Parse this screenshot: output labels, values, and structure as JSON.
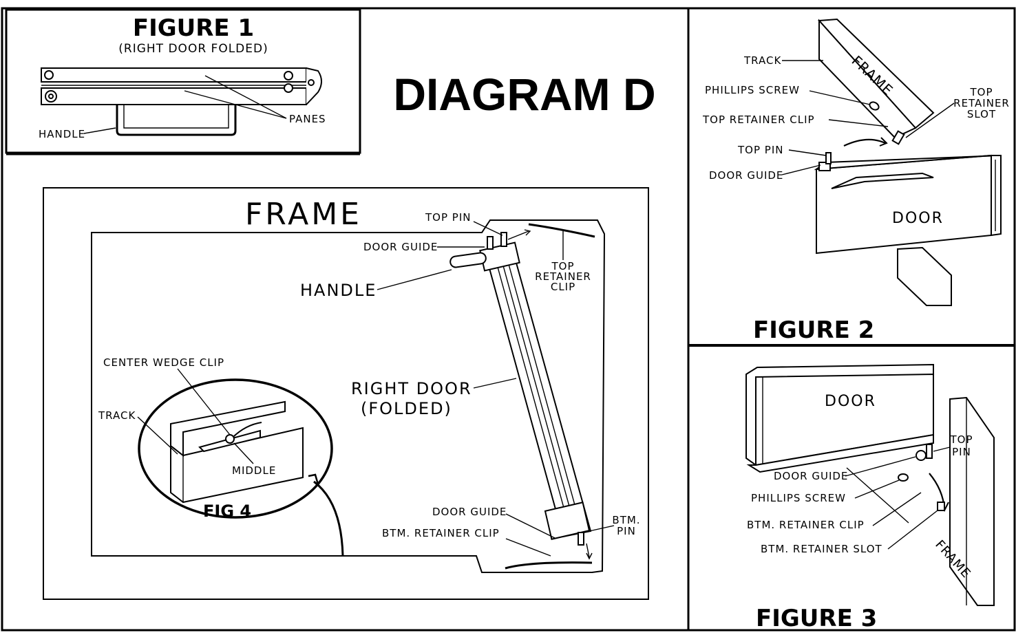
{
  "diagram_title": "DIAGRAM  D",
  "figure1": {
    "title": "FIGURE  1",
    "subtitle": "(RIGHT DOOR FOLDED)",
    "labels": {
      "handle": "HANDLE",
      "panes": "PANES"
    }
  },
  "main": {
    "frame_title": "FRAME",
    "labels": {
      "top_pin": "TOP PIN",
      "door_guide_top": "DOOR GUIDE",
      "handle": "HANDLE",
      "top_retainer_clip": [
        "TOP",
        "RETAINER",
        "CLIP"
      ],
      "right_door": [
        "RIGHT DOOR",
        "(FOLDED)"
      ],
      "door_guide_bottom": "DOOR GUIDE",
      "btm_retainer_clip": "BTM. RETAINER CLIP",
      "btm_pin": [
        "BTM.",
        "PIN"
      ]
    }
  },
  "figure4": {
    "title": "FIG 4",
    "labels": {
      "center_wedge_clip": "CENTER WEDGE CLIP",
      "track": "TRACK",
      "middle": "MIDDLE"
    }
  },
  "figure2": {
    "title": "FIGURE  2",
    "labels": {
      "track": "TRACK",
      "phillips_screw": "PHILLIPS SCREW",
      "top_retainer_clip": "TOP RETAINER CLIP",
      "top_pin": "TOP PIN",
      "door_guide": "DOOR GUIDE",
      "top_retainer_slot": [
        "TOP",
        "RETAINER",
        "SLOT"
      ],
      "frame": "FRAME",
      "door": "DOOR"
    }
  },
  "figure3": {
    "title": "FIGURE  3",
    "labels": {
      "door": "DOOR",
      "top_pin": [
        "TOP",
        "PIN"
      ],
      "door_guide": "DOOR GUIDE",
      "phillips_screw": "PHILLIPS SCREW",
      "btm_retainer_clip": "BTM. RETAINER CLIP",
      "btm_retainer_slot": "BTM. RETAINER SLOT",
      "frame": "FRAME"
    }
  }
}
